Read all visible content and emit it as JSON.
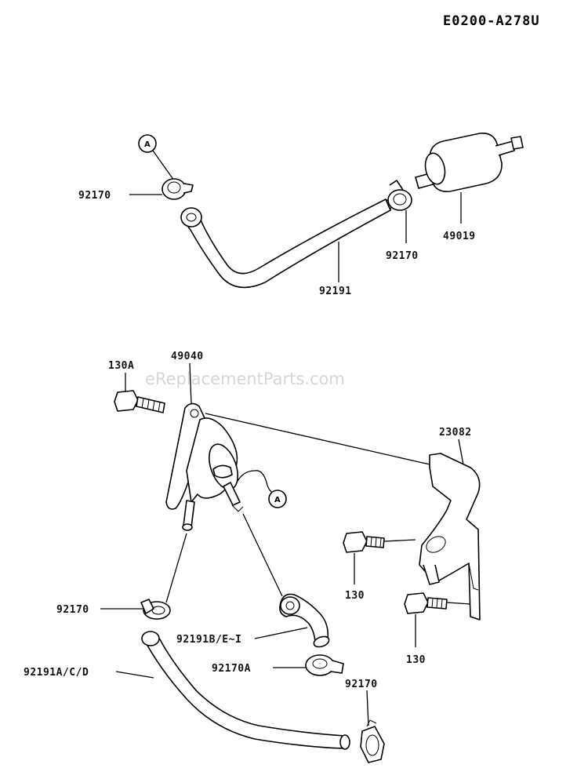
{
  "diagram_code": "E0200-A278U",
  "watermark": "eReplacementParts.com",
  "callout_letter": "A",
  "labels": {
    "clamp_top_left": "92170",
    "clamp_top_right": "92170",
    "fuel_filter": "49019",
    "hose_top": "92191",
    "bolt_130a": "130A",
    "fuel_pump": "49040",
    "bracket": "23082",
    "bolt_130_upper": "130",
    "bolt_130_lower": "130",
    "clamp_bottom_left": "92170",
    "hose_b": "92191B/E~I",
    "hose_a": "92191A/C/D",
    "clamp_a": "92170A",
    "clamp_bottom_right": "92170"
  }
}
